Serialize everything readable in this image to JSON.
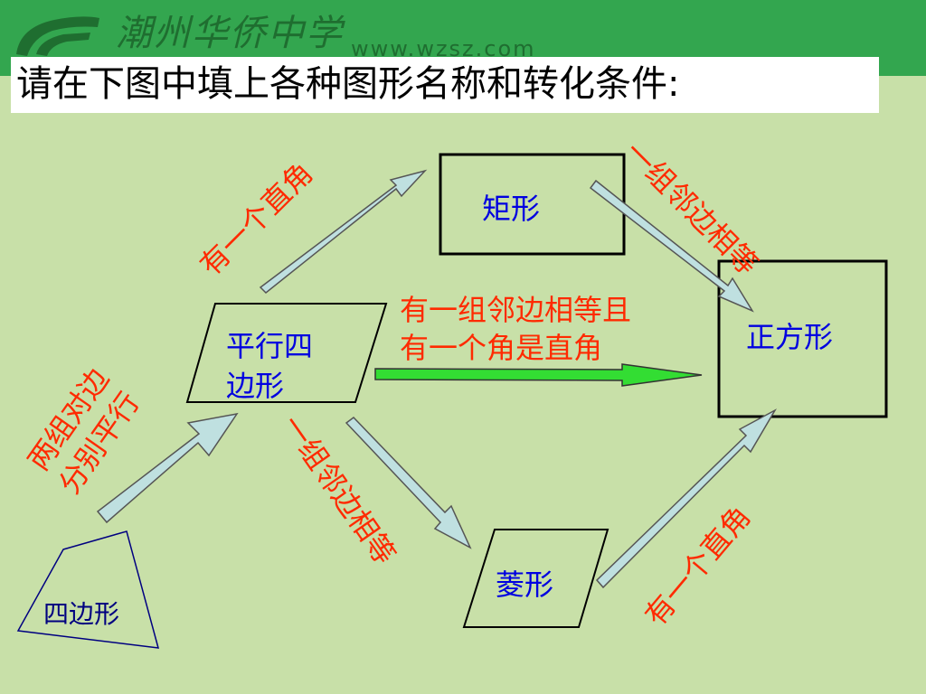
{
  "header": {
    "school_name": "潮州华侨中学",
    "url": "www.wzsz.com",
    "colors": {
      "header_bg": "#33a64f",
      "slide_bg": "#c8e0a8"
    }
  },
  "title": "请在下图中填上各种图形名称和转化条件:",
  "shapes": {
    "quadrilateral": "四边形",
    "parallelogram_line1": "平行四",
    "parallelogram_line2": "边形",
    "rectangle": "矩形",
    "rhombus": "菱形",
    "square": "正方形"
  },
  "conditions": {
    "two_pairs_parallel_line1": "两组对边",
    "two_pairs_parallel_line2": "分别平行",
    "right_angle_to_rectangle": "有一个直角",
    "adjacent_equal_to_rhombus": "一组邻边相等",
    "adjacent_equal_to_square": "一组邻边相等",
    "right_angle_to_square": "有一个直角",
    "direct_line1": "有一组邻边相等且",
    "direct_line2": "有一个角是直角"
  },
  "colors": {
    "shape_text": "#0000e0",
    "condition_text": "#ff2a00",
    "arrow_fill": "#bfe0e0",
    "direct_arrow_fill": "#33dd33"
  }
}
